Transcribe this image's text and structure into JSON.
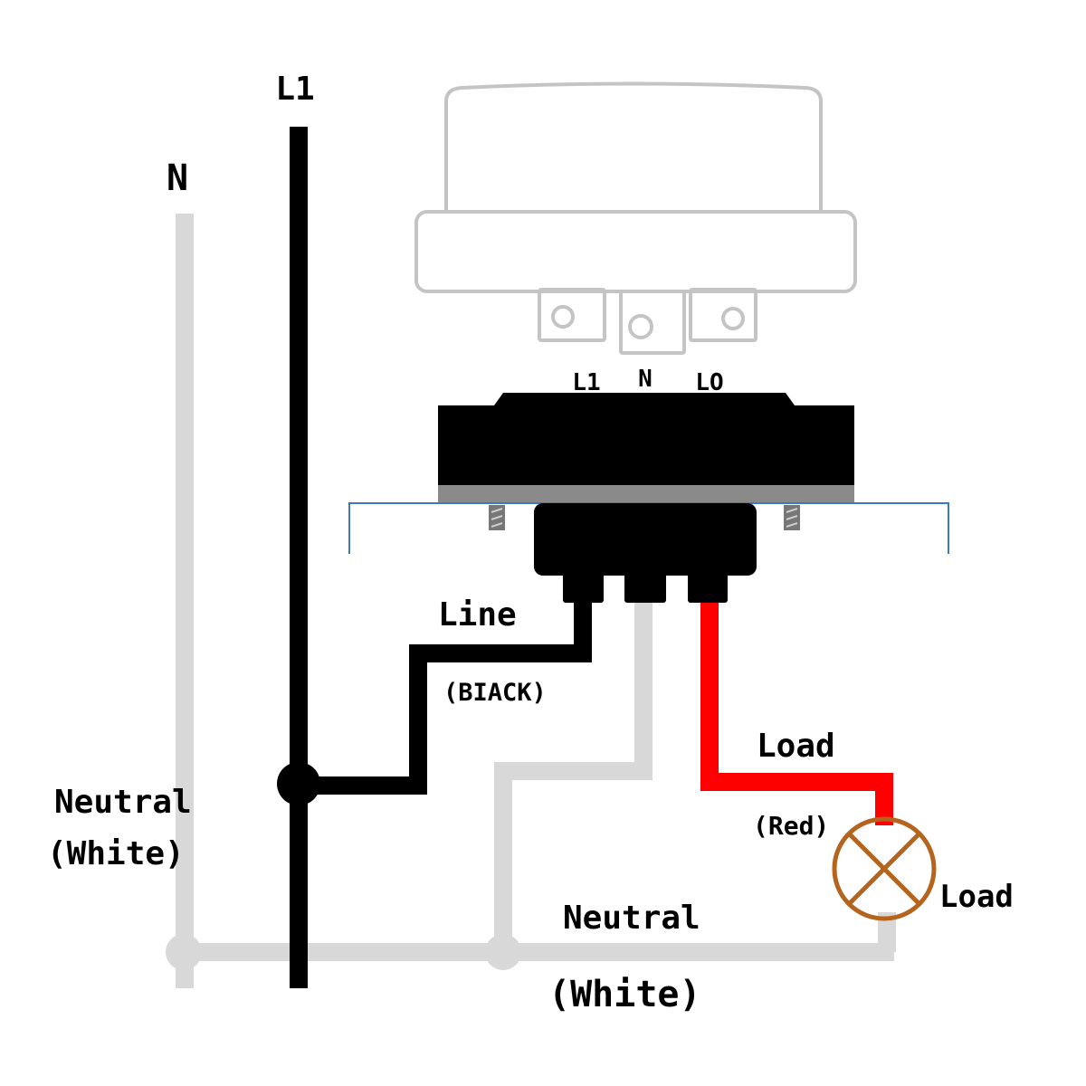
{
  "labels": {
    "n_top": "N",
    "l1_top": "L1",
    "terminal_l1": "L1",
    "terminal_n": "N",
    "terminal_lo": "LO",
    "line": "Line",
    "black": "(BIACK)",
    "load_wire": "Load",
    "red": "(Red)",
    "load_lamp": "Load",
    "neutral_left": "Neutral",
    "white_left": "(White)",
    "neutral_bottom": "Neutral",
    "white_bottom": "(White)"
  },
  "colors": {
    "neutral_wire": "#d8d8d8",
    "line_wire": "#000000",
    "load_wire": "#ff0000",
    "lamp": "#b5641e",
    "panel": "#3b78c7",
    "sensor_outline": "#c4c4c4",
    "gasket": "#8a8a8a"
  },
  "icons": {
    "lamp": "lamp-icon",
    "photocell": "photocell-sensor-icon",
    "receptacle": "twist-lock-receptacle-icon"
  }
}
